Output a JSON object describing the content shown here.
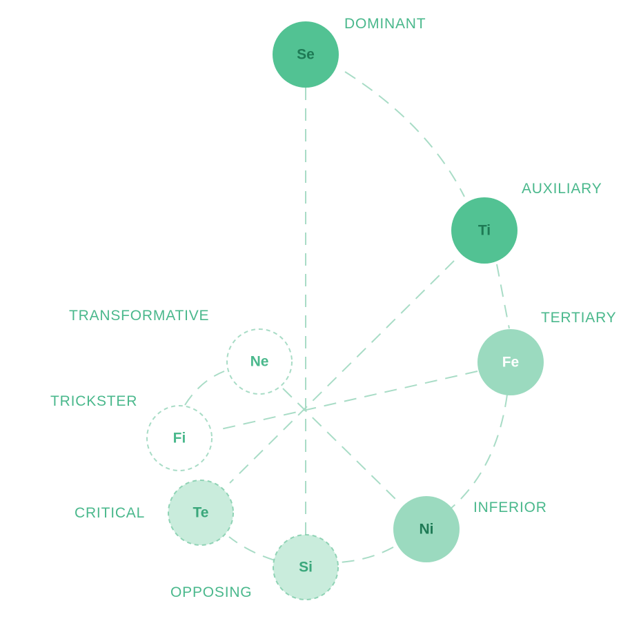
{
  "colors": {
    "strong": "#52c293",
    "medium": "#9bdabf",
    "light": "#c9ecdc",
    "ghost_stroke": "#a8dcc6",
    "text_dark": "#1e7a55",
    "text_light": "#ffffff",
    "label": "#4ab88c"
  },
  "functions": [
    {
      "id": "se",
      "name": "Se",
      "role": "DOMINANT",
      "style": "strong"
    },
    {
      "id": "ti",
      "name": "Ti",
      "role": "AUXILIARY",
      "style": "strong"
    },
    {
      "id": "fe",
      "name": "Fe",
      "role": "TERTIARY",
      "style": "medium"
    },
    {
      "id": "ni",
      "name": "Ni",
      "role": "INFERIOR",
      "style": "medium"
    },
    {
      "id": "si",
      "name": "Si",
      "role": "OPPOSING",
      "style": "light-dashed"
    },
    {
      "id": "te",
      "name": "Te",
      "role": "CRITICAL",
      "style": "light-dashed"
    },
    {
      "id": "fi",
      "name": "Fi",
      "role": "TRICKSTER",
      "style": "ghost"
    },
    {
      "id": "ne",
      "name": "Ne",
      "role": "TRANSFORMATIVE",
      "style": "ghost"
    }
  ]
}
